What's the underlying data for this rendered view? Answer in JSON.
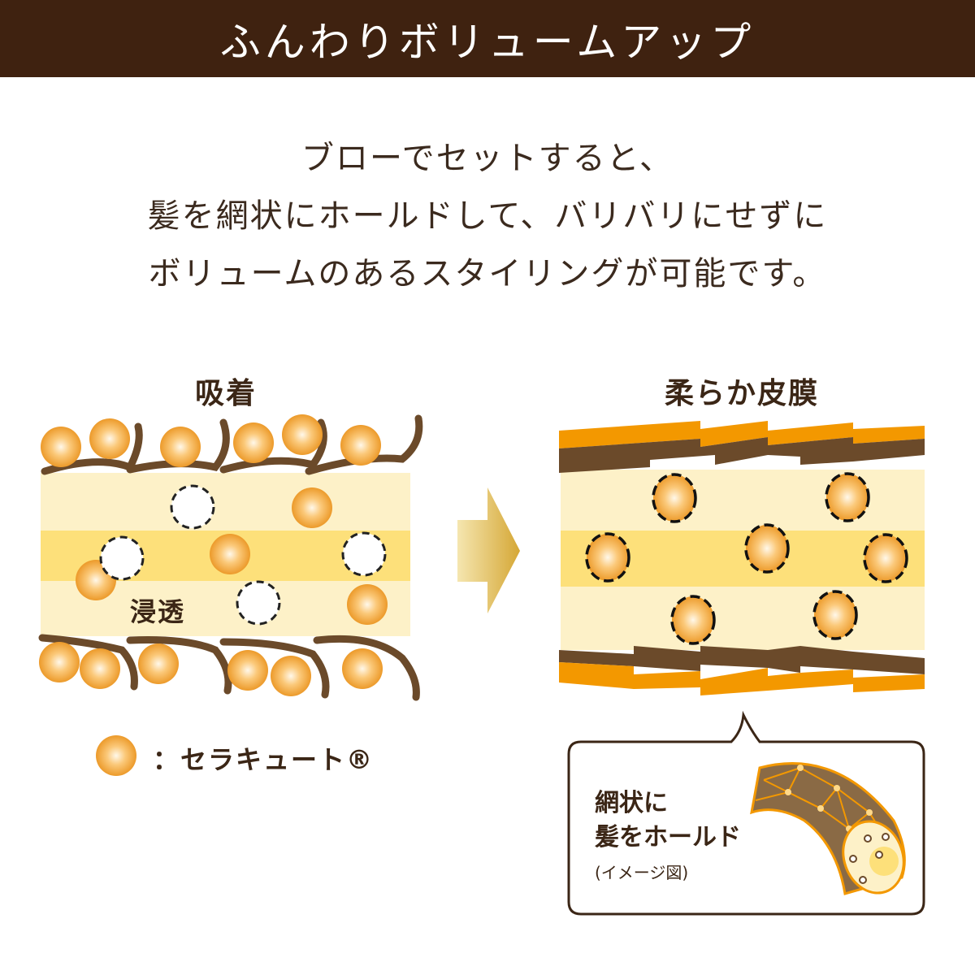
{
  "header": {
    "title": "ふんわりボリュームアップ"
  },
  "intro": {
    "lines": [
      "ブローでセットすると、",
      "髪を網状にホールドして、バリバリにせずに",
      "ボリュームのあるスタイリングが可能です。"
    ]
  },
  "left_diagram": {
    "title": "吸着",
    "inner_label": "浸透"
  },
  "right_diagram": {
    "title": "柔らか皮膜"
  },
  "legend": {
    "text": "：セラキュート®"
  },
  "callout": {
    "line1": "網状に",
    "line2": "髪をホールド",
    "note": "(イメージ図)"
  },
  "colors": {
    "header_bg": "#3f2210",
    "cream": "#fdf1c8",
    "yellow": "#fde07a",
    "brown": "#6b4a2a",
    "orange": "#f39800"
  }
}
